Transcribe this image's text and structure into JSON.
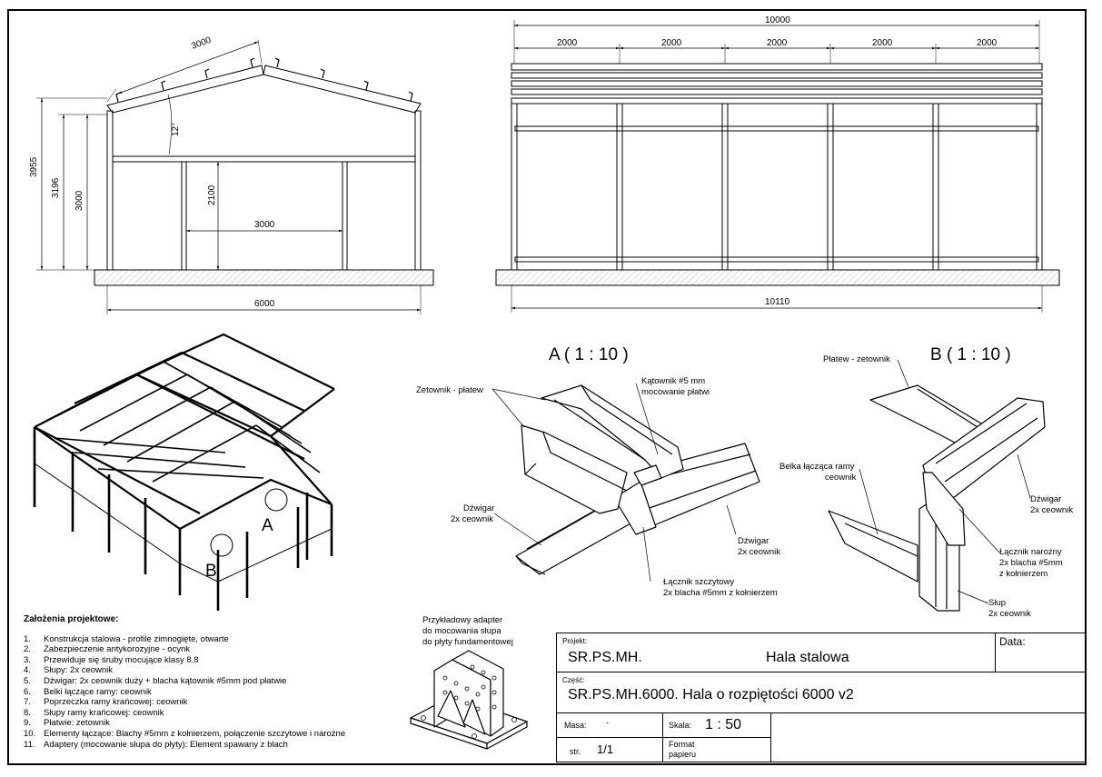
{
  "dimensions": {
    "rafter_length": "3000",
    "roof_angle": "12°",
    "height_total": "3955",
    "height_ridge_beam": "3196",
    "height_column": "3000",
    "door_height": "2100",
    "door_width": "3000",
    "front_width": "6000",
    "side_total": "10000",
    "bay": [
      "2000",
      "2000",
      "2000",
      "2000",
      "2000"
    ],
    "side_overall": "10110"
  },
  "detail_a": {
    "title": "A ( 1 : 10 )",
    "labels": {
      "purlin": "Zetownik - płatew",
      "angle_1": "Kątownik #5 mm",
      "angle_2": "mocowanie płatwi",
      "rafter_left_1": "Dźwigar",
      "rafter_left_2": "2x ceownik",
      "rafter_right_1": "Dźwigar",
      "rafter_right_2": "2x ceownik",
      "ridge_joint_1": "Łącznik szczytowy",
      "ridge_joint_2": "2x blacha #5mm z kołnierzem"
    }
  },
  "detail_b": {
    "title": "B ( 1 : 10 )",
    "labels": {
      "purlin": "Płatew - zetownik",
      "beam_1": "Belka łącząca ramy",
      "beam_2": "ceownik",
      "rafter_1": "Dźwigar",
      "rafter_2": "2x ceownik",
      "corner_1": "Łącznik narożny",
      "corner_2": "2x blacha #5mm",
      "corner_3": "z kołnierzem",
      "column_1": "Słup",
      "column_2": "2x ceownik"
    }
  },
  "iso_view": {
    "label_a": "A",
    "label_b": "B"
  },
  "adapter": {
    "caption_1": "Przykładowy adapter",
    "caption_2": "do mocowania słupa",
    "caption_3": "do płyty fundamentowej"
  },
  "assumptions": {
    "heading": "Założenia projektowe:",
    "items": [
      {
        "n": "1.",
        "text": "Konstrukcja stalowa - profile zimnogięte, otwarte"
      },
      {
        "n": "2.",
        "text": "Zabezpieczenie antykorozyjne - ocynk"
      },
      {
        "n": "3.",
        "text": "Przewiduje się śruby mocujące klasy 8.8"
      },
      {
        "n": "4.",
        "text": "Słupy: 2x ceownik"
      },
      {
        "n": "5.",
        "text": "Dźwigar: 2x ceownik duży + blacha kątownik #5mm pod płatwie"
      },
      {
        "n": "6.",
        "text": "Belki łączące ramy: ceownik"
      },
      {
        "n": "7.",
        "text": "Poprzeczka ramy krańcowej: ceownik"
      },
      {
        "n": "8.",
        "text": "Słupy ramy krańcowej: ceownik"
      },
      {
        "n": "9.",
        "text": "Płatwie: zetownik"
      },
      {
        "n": "10.",
        "text": "Elementy łączące: Blachy #5mm z kołnierzem, połączenie szczytowe i narożne"
      },
      {
        "n": "11.",
        "text": "Adaptery (mocowanie słupa do płyty): Element spawany z blach"
      }
    ]
  },
  "title_block": {
    "project_label": "Projekt:",
    "project_value": "SR.PS.MH.",
    "project_name": "Hala stalowa",
    "date_label": "Data:",
    "part_label": "Część:",
    "part_value": "SR.PS.MH.6000. Hala o rozpiętości 6000 v2",
    "mass_label": "Masa:",
    "mass_value": "-",
    "scale_label": "Skala:",
    "scale_value": "1 : 50",
    "page_label": "str.",
    "page_value": "1/1",
    "format_label_1": "Format",
    "format_label_2": "papieru"
  }
}
